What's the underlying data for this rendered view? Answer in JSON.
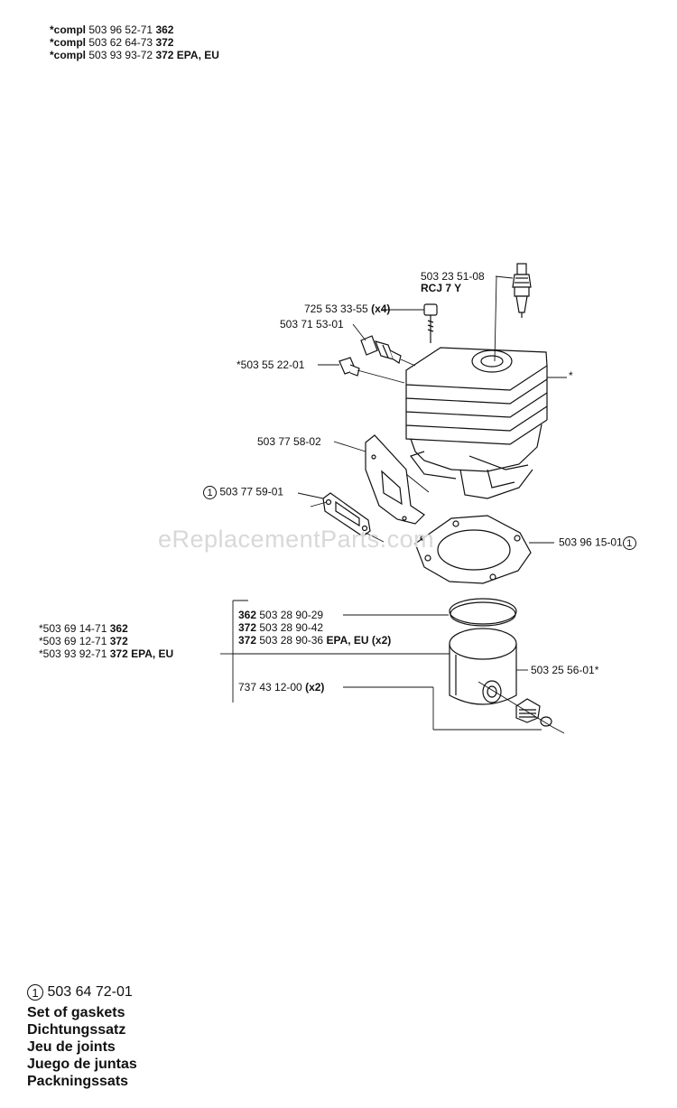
{
  "header": {
    "lines": [
      {
        "prefix": "*compl",
        "part": "503 96 52-71",
        "model": "362"
      },
      {
        "prefix": "*compl",
        "part": "503 62 64-73",
        "model": "372"
      },
      {
        "prefix": "*compl",
        "part": "503 93 93-72",
        "model": "372 EPA, EU"
      }
    ]
  },
  "callouts": {
    "spark_plug_part": "503 23 51-08",
    "spark_plug_type": "RCJ 7 Y",
    "screw_part": "725 53 33-55",
    "screw_qty": "(x4)",
    "decomp_valve": "503 71 53-01",
    "decomp_plug": "*503 55 22-01",
    "cylinder_mark": "*",
    "heat_shield": "503 77 58-02",
    "muffler_gasket_marker": "1",
    "muffler_gasket": "503 77 59-01",
    "cylinder_gasket": "503 96 15-01",
    "cylinder_gasket_marker": "1",
    "piston_sets": [
      {
        "prefix": "*503 69 14-71",
        "model": "362"
      },
      {
        "prefix": "*503 69 12-71",
        "model": "372"
      },
      {
        "prefix": "*503 93 92-71",
        "model": "372 EPA, EU"
      }
    ],
    "pistons": [
      {
        "model": "362",
        "part": "503 28 90-29",
        "extra": ""
      },
      {
        "model": "372",
        "part": "503 28 90-42",
        "extra": ""
      },
      {
        "model": "372",
        "part": "503 28 90-36",
        "extra": "EPA, EU (x2)"
      }
    ],
    "needle_bearing": "503 25 56-01*",
    "circlip_part": "737 43 12-00",
    "circlip_qty": "(x2)"
  },
  "watermark": "eReplacementParts.com",
  "legend": {
    "marker": "1",
    "part": "503 64 72-01",
    "names": [
      "Set of gaskets",
      "Dichtungssatz",
      "Jeu de joints",
      "Juego de juntas",
      "Packningssats"
    ]
  }
}
